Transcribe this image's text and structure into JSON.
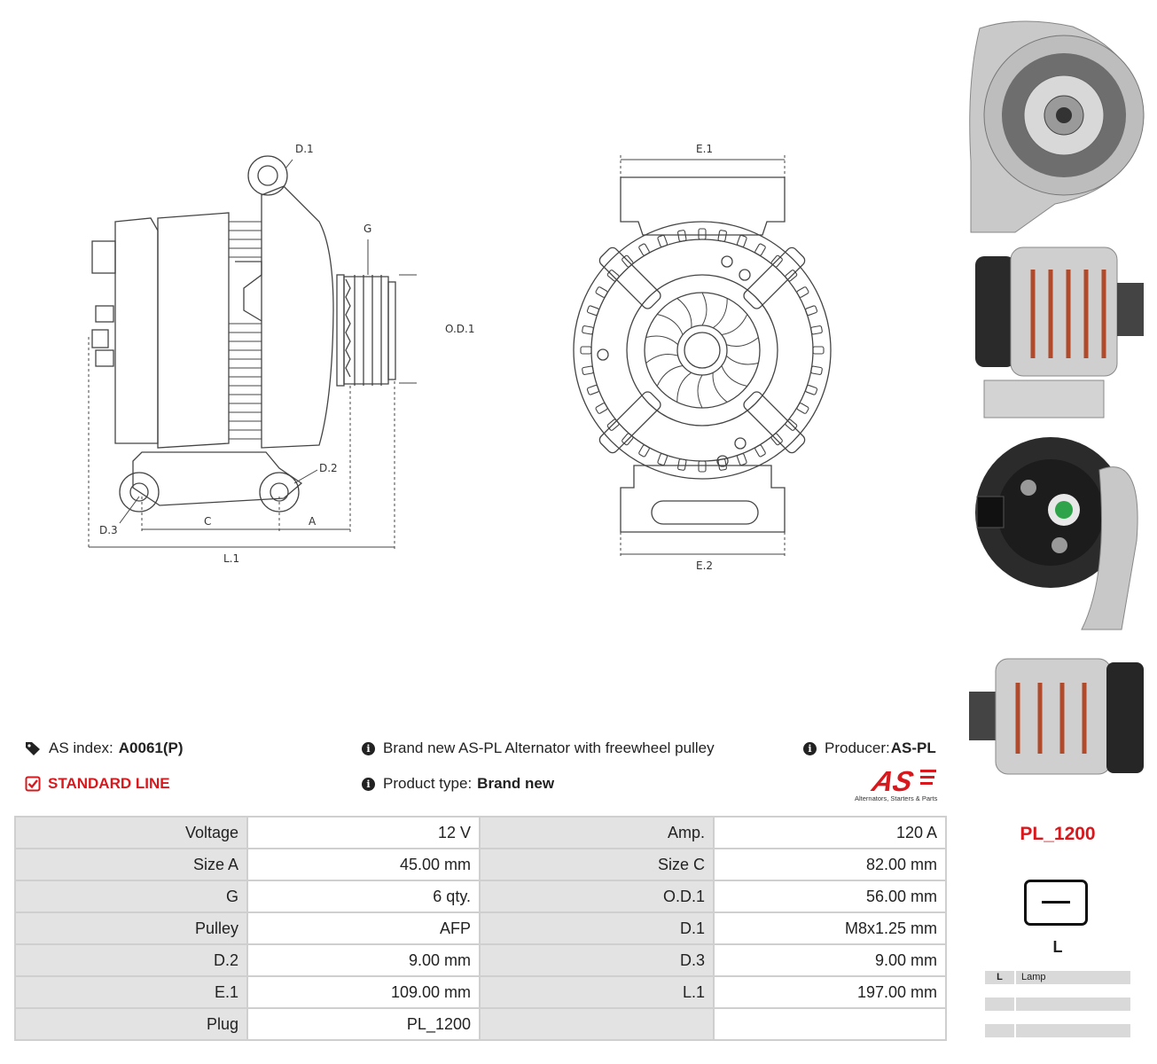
{
  "drawing_labels": {
    "d1": "D.1",
    "d2": "D.2",
    "d3": "D.3",
    "g": "G",
    "od1": "O.D.1",
    "c": "C",
    "a": "A",
    "l1": "L.1",
    "e1": "E.1",
    "e2": "E.2"
  },
  "info": {
    "as_index_label": "AS index:",
    "as_index_value": "A0061(P)",
    "standard_line": "STANDARD LINE",
    "description": "Brand new AS-PL Alternator with freewheel pulley",
    "product_type_label": "Product type:",
    "product_type_value": "Brand new",
    "producer_label": "Producer:",
    "producer_value": "AS-PL"
  },
  "logo": {
    "mark": "AS",
    "tagline": "Alternators, Starters & Parts",
    "color": "#d7191e"
  },
  "specs": [
    [
      {
        "label": "Voltage",
        "value": "12 V"
      },
      {
        "label": "Amp.",
        "value": "120 A"
      }
    ],
    [
      {
        "label": "Size A",
        "value": "45.00 mm"
      },
      {
        "label": "Size C",
        "value": "82.00 mm"
      }
    ],
    [
      {
        "label": "G",
        "value": "6 qty."
      },
      {
        "label": "O.D.1",
        "value": "56.00 mm"
      }
    ],
    [
      {
        "label": "Pulley",
        "value": "AFP"
      },
      {
        "label": "D.1",
        "value": "M8x1.25 mm"
      }
    ],
    [
      {
        "label": "D.2",
        "value": "9.00 mm"
      },
      {
        "label": "D.3",
        "value": "9.00 mm"
      }
    ],
    [
      {
        "label": "E.1",
        "value": "109.00 mm"
      },
      {
        "label": "L.1",
        "value": "197.00 mm"
      }
    ],
    [
      {
        "label": "Plug",
        "value": "PL_1200"
      },
      {
        "label": "",
        "value": ""
      }
    ]
  ],
  "plug": {
    "code": "PL_1200",
    "pin": "L",
    "legend": [
      {
        "key": "L",
        "text": "Lamp"
      },
      {
        "key": "",
        "text": ""
      },
      {
        "key": "",
        "text": ""
      }
    ]
  },
  "colors": {
    "accent": "#d7191e",
    "table_label_bg": "#e3e3e3",
    "table_border": "#cfcfcf"
  }
}
